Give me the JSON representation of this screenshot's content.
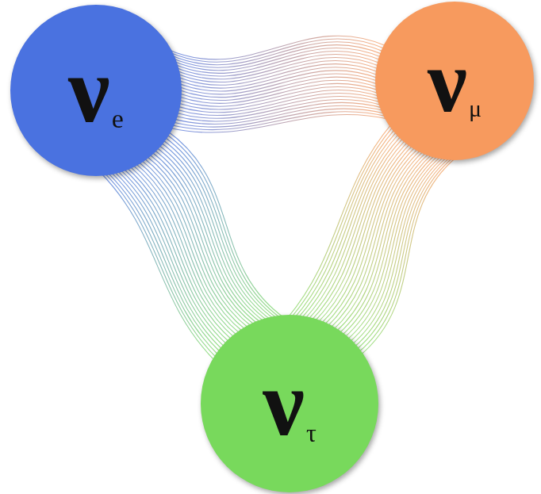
{
  "diagram": {
    "nodes": [
      {
        "text": [
          "ν",
          "e"
        ]
      },
      {
        "text": [
          "ν",
          "μ"
        ]
      },
      {
        "text": [
          "ν",
          "τ"
        ]
      }
    ],
    "edges": [
      {
        "from": 0,
        "to": 1,
        "arrow": "none"
      },
      {
        "from": 0,
        "to": 2,
        "arrow": "none"
      },
      {
        "from": 1,
        "to": 2,
        "arrow": "none"
      }
    ]
  }
}
